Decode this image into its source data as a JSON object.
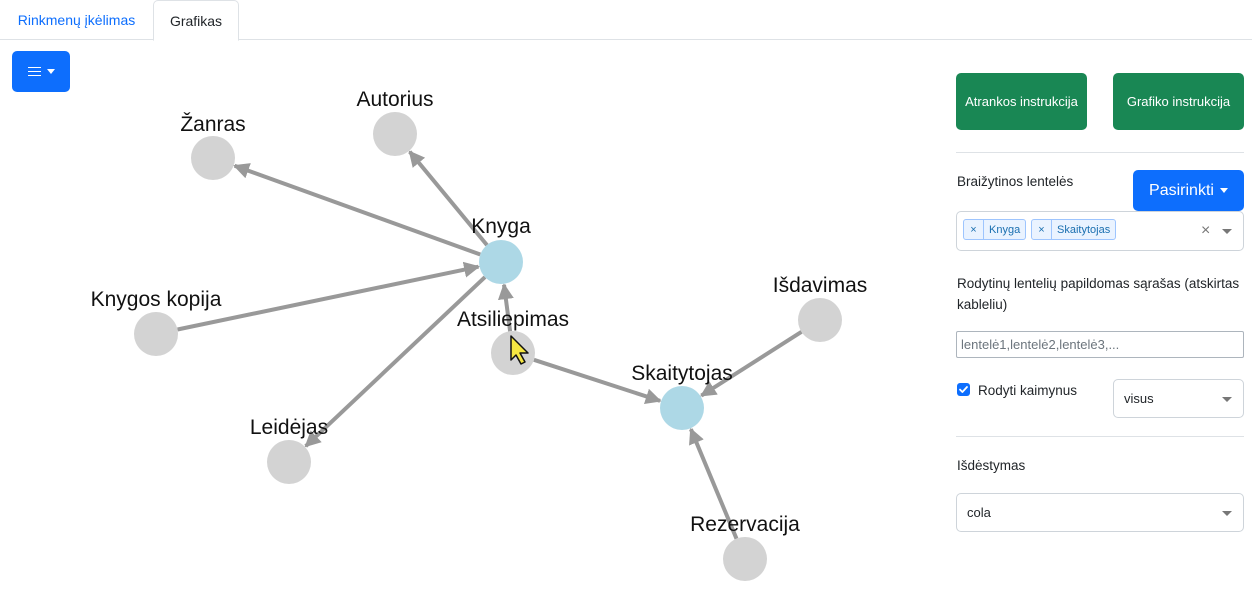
{
  "tabs": [
    {
      "label": "Rinkmenų įkėlimas",
      "active": false
    },
    {
      "label": "Grafikas",
      "active": true
    }
  ],
  "menu_button": {
    "icon": "hamburger-icon"
  },
  "graph": {
    "nodes": [
      {
        "id": "knyga",
        "label": "Knyga",
        "selected": true
      },
      {
        "id": "autorius",
        "label": "Autorius",
        "selected": false
      },
      {
        "id": "zanras",
        "label": "Žanras",
        "selected": false
      },
      {
        "id": "knygos_kopija",
        "label": "Knygos kopija",
        "selected": false
      },
      {
        "id": "leidejas",
        "label": "Leidėjas",
        "selected": false
      },
      {
        "id": "atsiliepimas",
        "label": "Atsiliepimas",
        "selected": false
      },
      {
        "id": "skaitytojas",
        "label": "Skaitytojas",
        "selected": true
      },
      {
        "id": "isdavimas",
        "label": "Išdavimas",
        "selected": false
      },
      {
        "id": "rezervacija",
        "label": "Rezervacija",
        "selected": false
      }
    ],
    "edges": [
      {
        "from": "knyga",
        "to": "autorius"
      },
      {
        "from": "knyga",
        "to": "zanras"
      },
      {
        "from": "knygos_kopija",
        "to": "knyga"
      },
      {
        "from": "knyga",
        "to": "leidejas"
      },
      {
        "from": "atsiliepimas",
        "to": "knyga"
      },
      {
        "from": "atsiliepimas",
        "to": "skaitytojas"
      },
      {
        "from": "isdavimas",
        "to": "skaitytojas"
      },
      {
        "from": "rezervacija",
        "to": "skaitytojas"
      }
    ],
    "colors": {
      "selected": "#add8e6",
      "normal": "#d3d3d3",
      "edge": "#999999"
    }
  },
  "sidebar": {
    "selection_instructions_label": "Atrankos instrukcija",
    "graph_instructions_label": "Grafiko instrukcija",
    "tables_label": "Braižytinos lentelės",
    "choose_button_label": "Pasirinkti",
    "selected_tables": [
      "Knyga",
      "Skaitytojas"
    ],
    "extra_tables_label": "Rodytinų lentelių papildomas sąrašas (atskirtas kableliu)",
    "extra_tables_placeholder": "lentelė1,lentelė2,lentelė3,...",
    "show_neighbors_label": "Rodyti kaimynus",
    "show_neighbors_checked": true,
    "neighbors_value": "visus",
    "layout_label": "Išdėstymas",
    "layout_value": "cola"
  }
}
